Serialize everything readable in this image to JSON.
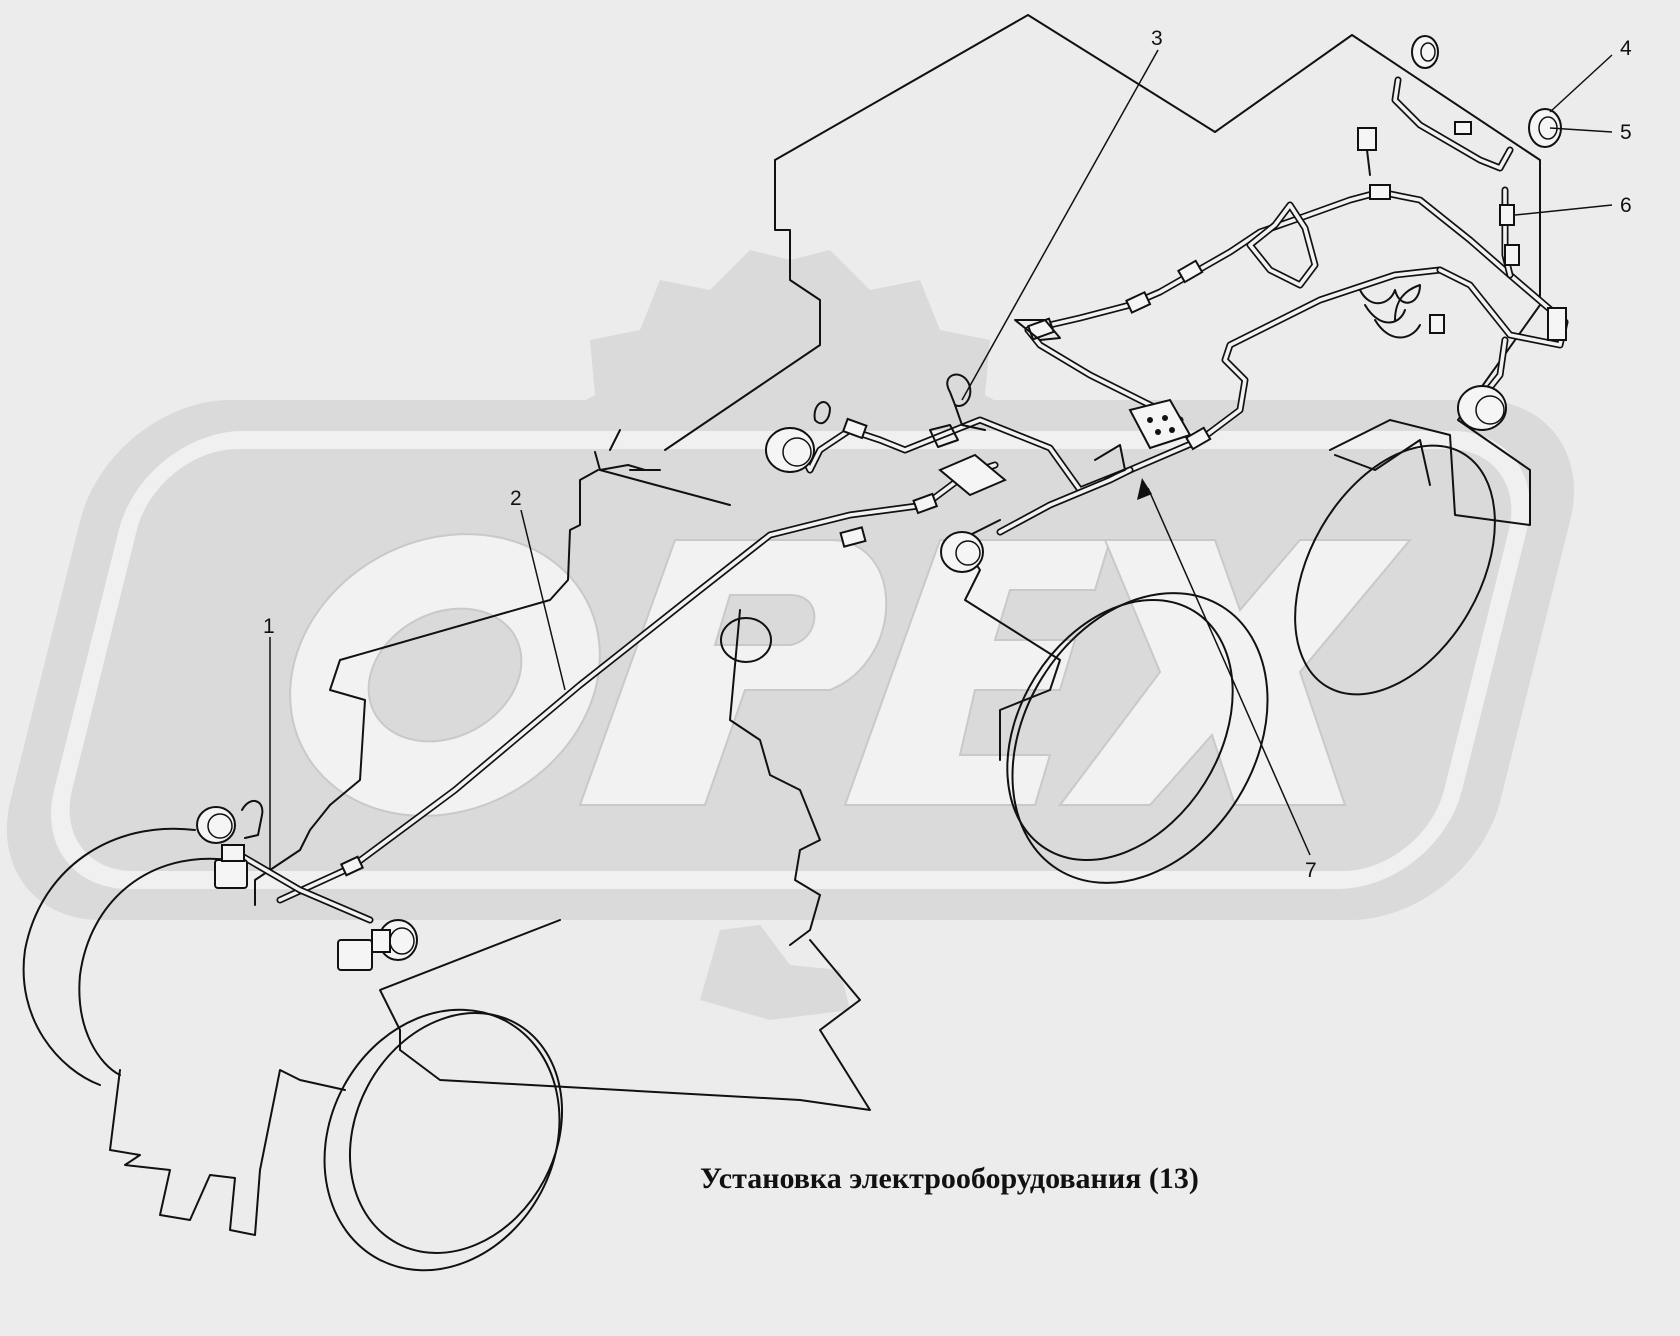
{
  "diagram": {
    "caption": "Установка электрооборудования (13)",
    "watermark_text": "OPEX",
    "callouts": [
      {
        "id": "callout-1",
        "label": "1"
      },
      {
        "id": "callout-2",
        "label": "2"
      },
      {
        "id": "callout-3",
        "label": "3"
      },
      {
        "id": "callout-4",
        "label": "4"
      },
      {
        "id": "callout-5",
        "label": "5"
      },
      {
        "id": "callout-6",
        "label": "6"
      },
      {
        "id": "callout-7",
        "label": "7"
      }
    ],
    "colors": {
      "background": "#ececec",
      "line": "#111111",
      "watermark": "#dadada"
    }
  }
}
